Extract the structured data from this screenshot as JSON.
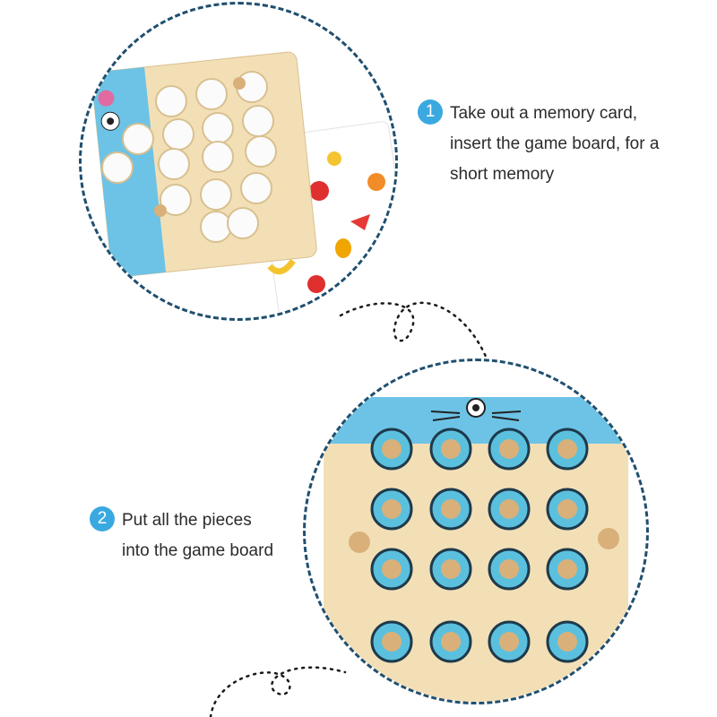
{
  "steps": [
    {
      "number": "1",
      "text": "Take out a memory card,\ninsert the game board, for a\nshort memory"
    },
    {
      "number": "2",
      "text": "Put all the pieces\ninto the game board"
    }
  ],
  "colors": {
    "accent": "#3aa9e0",
    "dash": "#1f4f6f",
    "board": "#f3dfb6",
    "blue": "#5bc0de"
  },
  "photos": {
    "top": {
      "icon": "memory-card-board-photo"
    },
    "bottom": {
      "icon": "game-board-with-pieces-photo"
    }
  }
}
